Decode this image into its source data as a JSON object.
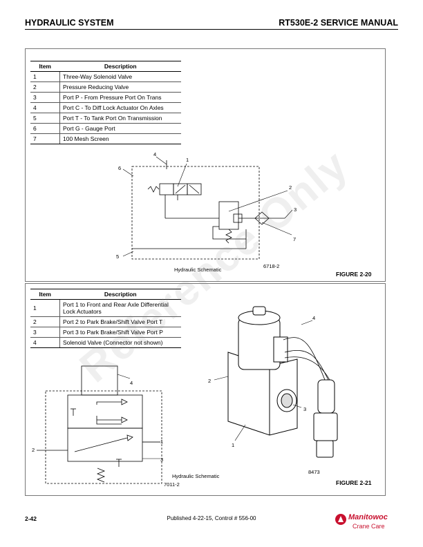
{
  "header": {
    "left_title": "HYDRAULIC SYSTEM",
    "right_title": "RT530E-2 SERVICE MANUAL"
  },
  "figure_2_20": {
    "table_headers": {
      "item": "Item",
      "description": "Description"
    },
    "rows": [
      {
        "item": "1",
        "description": "Three-Way Solenoid Valve"
      },
      {
        "item": "2",
        "description": "Pressure Reducing Valve"
      },
      {
        "item": "3",
        "description": "Port P - From Pressure Port On Trans"
      },
      {
        "item": "4",
        "description": "Port C - To Diff Lock Actuator On Axles"
      },
      {
        "item": "5",
        "description": "Port T - To Tank Port On Transmission"
      },
      {
        "item": "6",
        "description": "Port G - Gauge Port"
      },
      {
        "item": "7",
        "description": "100 Mesh Screen"
      }
    ],
    "callouts": [
      "1",
      "2",
      "3",
      "4",
      "5",
      "6",
      "7"
    ],
    "schematic_caption": "Hydraulic Schematic",
    "drawing_number": "6718-2",
    "figure_label": "FIGURE 2-20"
  },
  "figure_2_21": {
    "table_headers": {
      "item": "Item",
      "description": "Description"
    },
    "rows": [
      {
        "item": "1",
        "description": "Port 1 to Front and Rear Axle Differential Lock Actuators"
      },
      {
        "item": "2",
        "description": "Port 2 to Park Brake/Shift Valve Port T"
      },
      {
        "item": "3",
        "description": "Port 3 to Park Brake/Shift Valve Port P"
      },
      {
        "item": "4",
        "description": "Solenoid Valve (Connector not shown)"
      }
    ],
    "schematic_callouts": [
      "4",
      "1",
      "2",
      "3"
    ],
    "illustration_callouts": [
      "4",
      "2",
      "3",
      "1"
    ],
    "schematic_caption": "Hydraulic Schematic",
    "schematic_drawing_number": "7011-2",
    "illustration_drawing_number": "8473",
    "figure_label": "FIGURE 2-21"
  },
  "watermark": "Reference Only",
  "footer": {
    "page_number": "2-42",
    "published": "Published 4-22-15, Control # 556-00",
    "logo_brand": "Manitowoc",
    "logo_sub": "Crane Care"
  }
}
